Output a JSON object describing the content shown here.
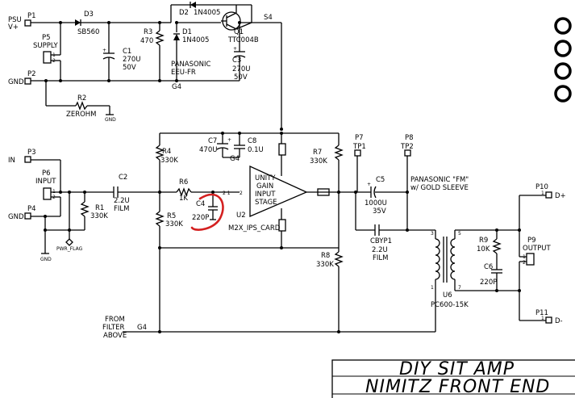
{
  "nets": {
    "psu_v": "PSU\nV+",
    "gnd": "GND",
    "in": "IN",
    "from_filter": "FROM\nFILTER\nABOVE",
    "g4": "G4",
    "s4": "S4",
    "d_plus": "D+",
    "d_minus": "D-",
    "pwr_flag": "PWR_FLAG",
    "gnd_symbol": "GND"
  },
  "components": {
    "p1": "P1",
    "p2": "P2",
    "p3": "P3",
    "p4": "P4",
    "p5": "P5",
    "p5_name": "SUPPLY",
    "p6": "P6",
    "p6_name": "INPUT",
    "p7": "P7",
    "p7_name": "TP1",
    "p8": "P8",
    "p8_name": "TP2",
    "p9": "P9",
    "p9_name": "OUTPUT",
    "p10": "P10",
    "p11": "P11",
    "d3": "D3",
    "d3_val": "SB560",
    "d2": "D2",
    "d2_val": "1N4005",
    "d1": "D1",
    "d1_val": "1N4005",
    "q1": "Q1",
    "q1_val": "TTC004B",
    "r3": "R3",
    "r3_val": "470",
    "c1": "C1",
    "c1_val": "270U",
    "c1_v": "50V",
    "c3": "C3",
    "c3_val": "270U",
    "c3_v": "50V",
    "cap_note1": "PANASONIC",
    "cap_note2": "EEU-FR",
    "r2": "R2",
    "r2_val": "ZEROHM",
    "r4": "R4",
    "r4_val": "330K",
    "c7": "C7",
    "c7_val": "470U",
    "c8": "C8",
    "c8_val": "0.1U",
    "c2": "C2",
    "c2_val": "2.2U",
    "c2_type": "FILM",
    "r1": "R1",
    "r1_val": "330K",
    "r6": "R6",
    "r6_val": "1K",
    "c4": "C4",
    "c4_val": "220P",
    "r5": "R5",
    "r5_val": "330K",
    "u2": "U2",
    "u2_val": "M2X_IPS_CARD",
    "amp_text": [
      "UNITY",
      "GAIN",
      "INPUT",
      "STAGE"
    ],
    "r7": "R7",
    "r7_val": "330K",
    "r8": "R8",
    "r8_val": "330K",
    "c5": "C5",
    "c5_val": "1000U",
    "c5_v": "35V",
    "c5_note1": "PANASONIC \"FM\"",
    "c5_note2": "w/ GOLD SLEEVE",
    "cbyp1": "CBYP1",
    "cbyp1_val": "2.2U",
    "cbyp1_type": "FILM",
    "u6": "U6",
    "u6_val": "PC600-15K",
    "r9": "R9",
    "r9_val": "10K",
    "c6": "C6",
    "c6_val": "220P"
  },
  "title_block": {
    "line1": "DIY SIT AMP",
    "line2": "NIMITZ  FRONT END"
  },
  "annotation_color": "#d42020"
}
